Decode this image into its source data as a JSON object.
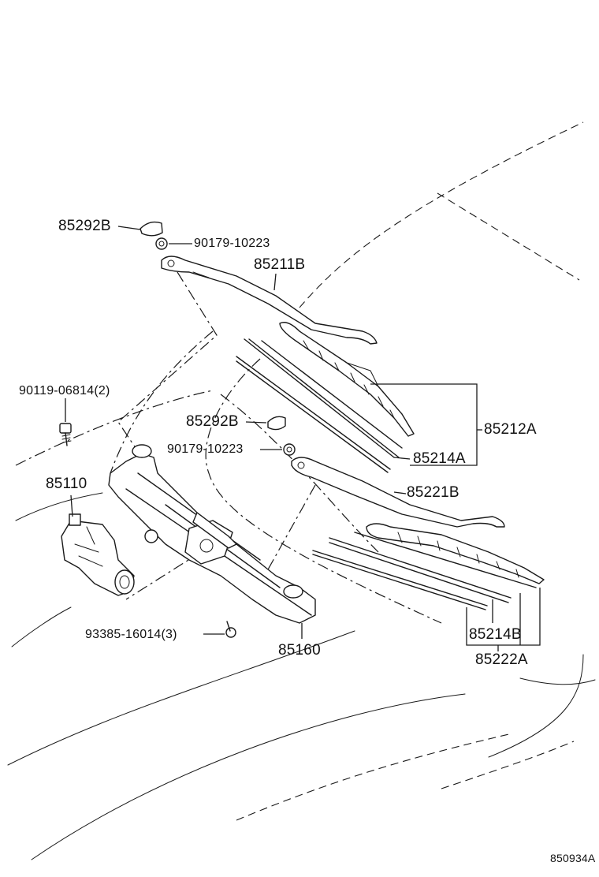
{
  "labels": {
    "cap_upper": "85292B",
    "nut_upper": "90179-10223",
    "arm_front": "85211B",
    "bolt_motor": "90119-06814(2)",
    "blade_front": "85212A",
    "cap_lower": "85292B",
    "nut_lower": "90179-10223",
    "rubber_front": "85214A",
    "motor": "85110",
    "arm_rear": "85221B",
    "bolt_link": "93385-16014(3)",
    "link": "85160",
    "rubber_rear": "85214B",
    "blade_rear": "85222A",
    "figure_code": "850934A"
  }
}
